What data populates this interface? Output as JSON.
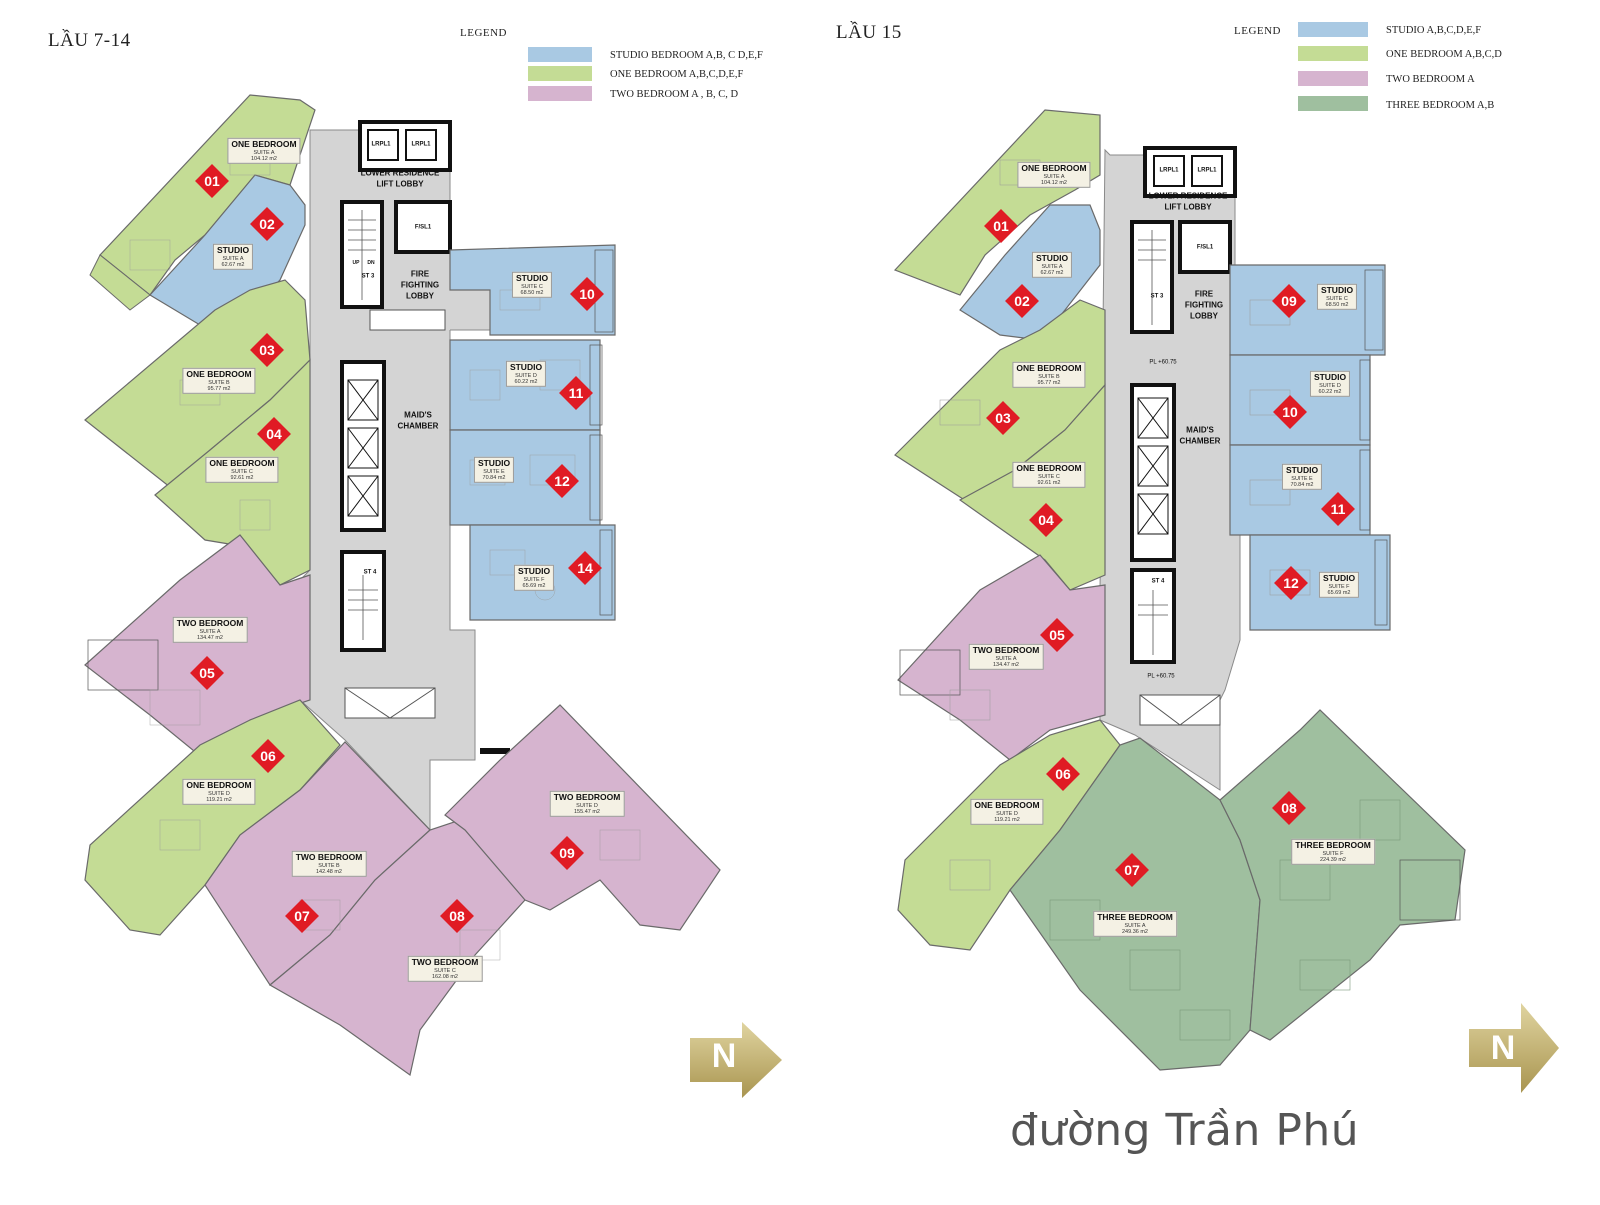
{
  "colors": {
    "studio": "#a9c9e3",
    "one_bedroom": "#c4dc95",
    "two_bedroom": "#d6b4cf",
    "three_bedroom": "#9fbf9f",
    "common": "#d4d4d4",
    "marker": "#e01b24",
    "north_badge": "#c8b878"
  },
  "left": {
    "title": "LẦU 7-14",
    "legend": {
      "title": "LEGEND",
      "items": [
        {
          "label": "STUDIO BEDROOM A,B, C D,E,F",
          "type": "studio"
        },
        {
          "label": "ONE BEDROOM A,B,C,D,E,F",
          "type": "one_bedroom"
        },
        {
          "label": "TWO BEDROOM A , B, C, D",
          "type": "two_bedroom"
        }
      ]
    },
    "core_labels": [
      "LRPL1",
      "LRPL1",
      "LOWER RESIDENCE",
      "LIFT LOBBY",
      "F/SL1",
      "FIRE",
      "FIGHTING",
      "LOBBY",
      "ST 3",
      "ST 4",
      "MAID'S",
      "CHAMBER",
      "UP",
      "DN"
    ],
    "units": [
      {
        "num": "01",
        "type": "one_bedroom",
        "title": "ONE BEDROOM",
        "suite": "SUITE A",
        "area": "104.12 m2"
      },
      {
        "num": "02",
        "type": "studio",
        "title": "STUDIO",
        "suite": "SUITE A",
        "area": "62.67 m2"
      },
      {
        "num": "03",
        "type": "one_bedroom",
        "title": "ONE BEDROOM",
        "suite": "SUITE B",
        "area": "95.77 m2"
      },
      {
        "num": "04",
        "type": "one_bedroom",
        "title": "ONE BEDROOM",
        "suite": "SUITE C",
        "area": "92.61 m2"
      },
      {
        "num": "05",
        "type": "two_bedroom",
        "title": "TWO BEDROOM",
        "suite": "SUITE A",
        "area": "134.47 m2"
      },
      {
        "num": "06",
        "type": "one_bedroom",
        "title": "ONE BEDROOM",
        "suite": "SUITE D",
        "area": "119.21 m2"
      },
      {
        "num": "07",
        "type": "two_bedroom",
        "title": "TWO BEDROOM",
        "suite": "SUITE B",
        "area": "142.48 m2"
      },
      {
        "num": "08",
        "type": "two_bedroom",
        "title": "TWO BEDROOM",
        "suite": "SUITE C",
        "area": "162.08 m2"
      },
      {
        "num": "09",
        "type": "two_bedroom",
        "title": "TWO BEDROOM",
        "suite": "SUITE D",
        "area": "155.47 m2"
      },
      {
        "num": "10",
        "type": "studio",
        "title": "STUDIO",
        "suite": "SUITE C",
        "area": "68.50 m2"
      },
      {
        "num": "11",
        "type": "studio",
        "title": "STUDIO",
        "suite": "SUITE D",
        "area": "60.22 m2"
      },
      {
        "num": "12",
        "type": "studio",
        "title": "STUDIO",
        "suite": "SUITE E",
        "area": "70.84 m2"
      },
      {
        "num": "14",
        "type": "studio",
        "title": "STUDIO",
        "suite": "SUITE F",
        "area": "65.69 m2"
      }
    ],
    "north": "N"
  },
  "right": {
    "title": "LẦU 15",
    "legend": {
      "title": "LEGEND",
      "items": [
        {
          "label": "STUDIO A,B,C,D,E,F",
          "type": "studio"
        },
        {
          "label": "ONE BEDROOM A,B,C,D",
          "type": "one_bedroom"
        },
        {
          "label": "TWO BEDROOM A",
          "type": "two_bedroom"
        },
        {
          "label": "THREE BEDROOM A,B",
          "type": "three_bedroom"
        }
      ]
    },
    "core_labels": [
      "LRPL1",
      "LRPL1",
      "LOWER RESIDENCE",
      "LIFT LOBBY",
      "F/SL1",
      "FIRE",
      "FIGHTING",
      "LOBBY",
      "ST 3",
      "ST 4",
      "MAID'S",
      "CHAMBER",
      "PL +60.75",
      "PL +60.75"
    ],
    "units": [
      {
        "num": "01",
        "type": "one_bedroom",
        "title": "ONE BEDROOM",
        "suite": "SUITE A",
        "area": "104.12 m2"
      },
      {
        "num": "02",
        "type": "studio",
        "title": "STUDIO",
        "suite": "SUITE A",
        "area": "62.67 m2"
      },
      {
        "num": "03",
        "type": "one_bedroom",
        "title": "ONE BEDROOM",
        "suite": "SUITE B",
        "area": "95.77 m2"
      },
      {
        "num": "04",
        "type": "one_bedroom",
        "title": "ONE BEDROOM",
        "suite": "SUITE C",
        "area": "92.61 m2"
      },
      {
        "num": "05",
        "type": "two_bedroom",
        "title": "TWO BEDROOM",
        "suite": "SUITE A",
        "area": "134.47 m2"
      },
      {
        "num": "06",
        "type": "one_bedroom",
        "title": "ONE BEDROOM",
        "suite": "SUITE D",
        "area": "119.21 m2"
      },
      {
        "num": "07",
        "type": "three_bedroom",
        "title": "THREE BEDROOM",
        "suite": "SUITE A",
        "area": "249.36 m2"
      },
      {
        "num": "08",
        "type": "three_bedroom",
        "title": "THREE BEDROOM",
        "suite": "SUITE F",
        "area": "224.39 m2"
      },
      {
        "num": "09",
        "type": "studio",
        "title": "STUDIO",
        "suite": "SUITE C",
        "area": "68.50 m2"
      },
      {
        "num": "10",
        "type": "studio",
        "title": "STUDIO",
        "suite": "SUITE D",
        "area": "60.22 m2"
      },
      {
        "num": "11",
        "type": "studio",
        "title": "STUDIO",
        "suite": "SUITE E",
        "area": "70.84 m2"
      },
      {
        "num": "12",
        "type": "studio",
        "title": "STUDIO",
        "suite": "SUITE F",
        "area": "65.69 m2"
      }
    ],
    "north": "N"
  },
  "street_name": "đường Trần Phú"
}
